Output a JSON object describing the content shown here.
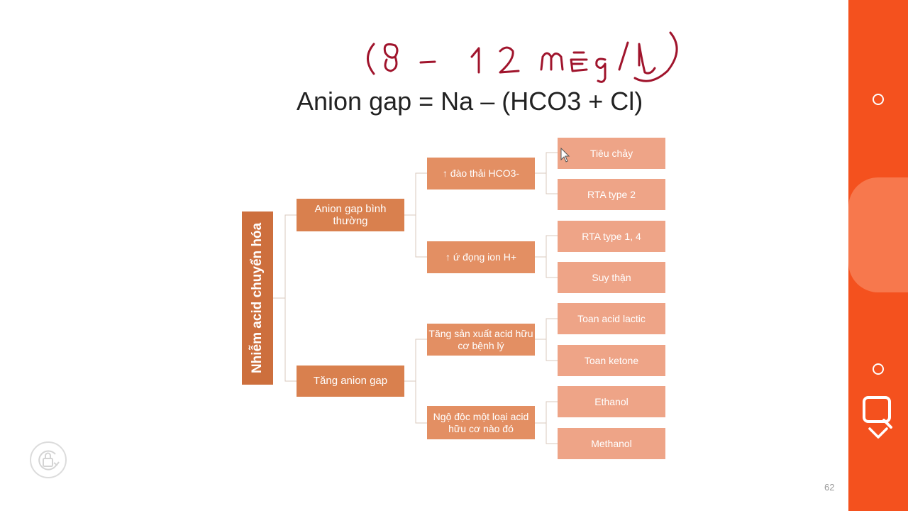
{
  "handwritten_note": "(8 - 12 mEq/l)",
  "title": "Anion gap = Na – (HCO3 + Cl)",
  "diagram": {
    "root": "Nhiễm acid chuyển hóa",
    "level1": [
      "Anion gap bình thường",
      "Tăng anion gap"
    ],
    "level2": [
      "↑ đào thải HCO3-",
      "↑ ứ đọng ion H+",
      "Tăng sản xuất acid hữu cơ bệnh lý",
      "Ngộ độc một loại acid hữu cơ nào đó"
    ],
    "level3": [
      "Tiêu chảy",
      "RTA type 2",
      "RTA type 1, 4",
      "Suy thận",
      "Toan acid lactic",
      "Toan ketone",
      "Ethanol",
      "Methanol"
    ]
  },
  "page_number": "62",
  "colors": {
    "root": "#cd6f3d",
    "level1": "#d9804e",
    "level2": "#e38f63",
    "level3": "#eea487",
    "sidebar": "#f4511e",
    "handwriting": "#a0142c"
  },
  "icons": {
    "lock": "lock-rotate-icon",
    "sidebar_top": "circle-icon",
    "sidebar_search": "search-icon",
    "sidebar_bottom": "circle-icon",
    "sidebar_collapse": "chevron-down-icon"
  }
}
